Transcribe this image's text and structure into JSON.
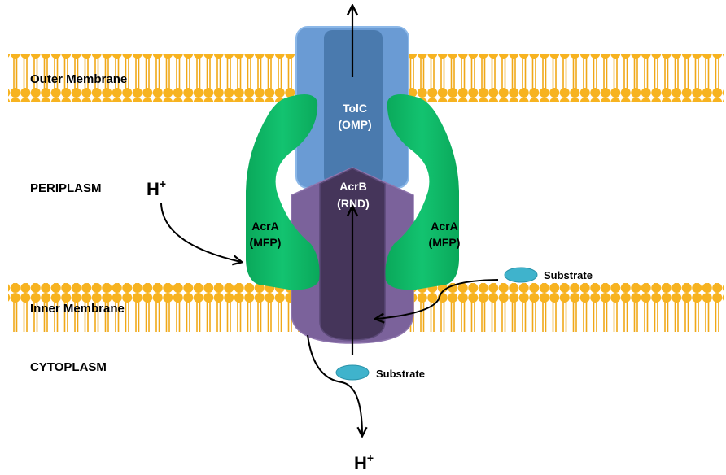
{
  "labels": {
    "outer_membrane": "Outer Membrane",
    "inner_membrane": "Inner Membrane",
    "periplasm": "PERIPLASM",
    "cytoplasm": "CYTOPLASM",
    "tolc_line1": "TolC",
    "tolc_line2": "(OMP)",
    "acrb_line1": "AcrB",
    "acrb_line2": "(RND)",
    "acra_left_line1": "AcrA",
    "acra_left_line2": "(MFP)",
    "acra_right_line1": "AcrA",
    "acra_right_line2": "(MFP)",
    "proton_top": "H",
    "proton_top_sup": "+",
    "proton_bottom": "H",
    "proton_bottom_sup": "+",
    "substrate_right": "Substrate",
    "substrate_bottom": "Substrate"
  },
  "colors": {
    "lipid": "#f5b21a",
    "tolc": "#5b8fc9",
    "acrb": "#7a619a",
    "acrb_core": "#45355a",
    "acra": "#0fb866",
    "substrate": "#3fb3cc"
  }
}
